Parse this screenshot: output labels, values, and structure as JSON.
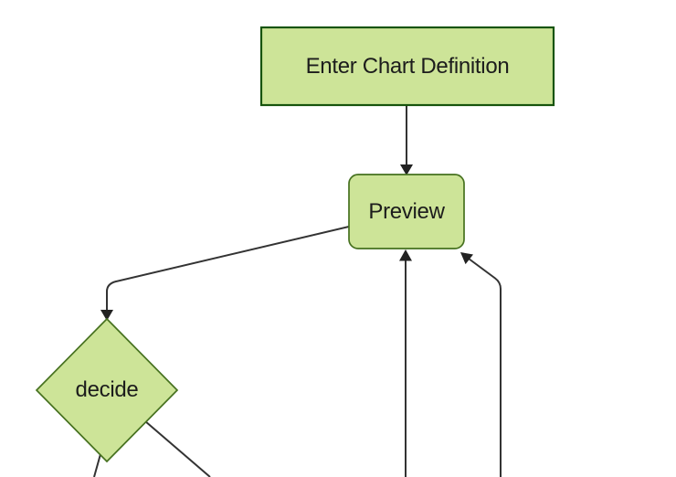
{
  "diagram": {
    "type": "flowchart",
    "orientation": "top-down",
    "nodes": [
      {
        "id": "enter-chart-definition",
        "label": "Enter Chart Definition",
        "shape": "rectangle"
      },
      {
        "id": "preview",
        "label": "Preview",
        "shape": "rounded-rectangle"
      },
      {
        "id": "decide",
        "label": "decide",
        "shape": "diamond"
      }
    ],
    "edges": [
      {
        "from": "enter-chart-definition",
        "to": "preview",
        "arrowhead": true
      },
      {
        "from": "preview",
        "to": "decide",
        "arrowhead": true
      },
      {
        "from": "decide",
        "to": "offscreen-bottom-left",
        "arrowhead": false
      },
      {
        "from": "decide",
        "to": "offscreen-bottom-right",
        "arrowhead": false
      },
      {
        "from": "offscreen-bottom-center",
        "to": "preview",
        "arrowhead": true
      },
      {
        "from": "offscreen-bottom-right",
        "to": "preview",
        "arrowhead": true
      }
    ],
    "colors": {
      "background": "#ffffff",
      "node_fill": "#cde498",
      "rect_border": "#17540d",
      "node_border": "#46711f",
      "edge": "#333333",
      "arrowhead": "#222222",
      "text": "#1c1c1c"
    }
  }
}
